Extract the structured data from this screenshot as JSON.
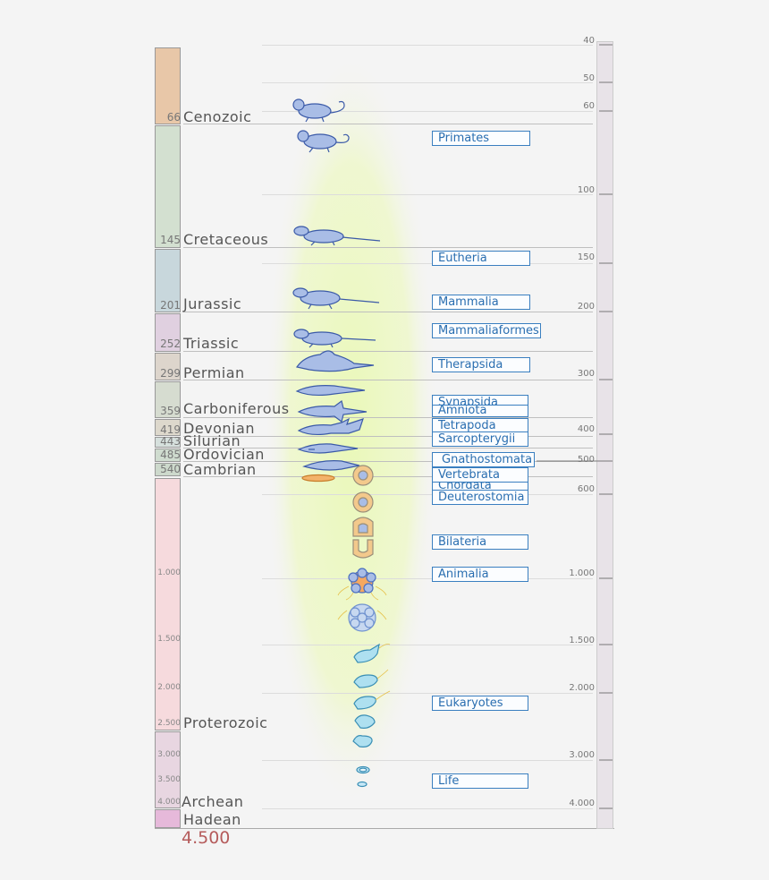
{
  "eras": [
    {
      "name": "Cenozoic",
      "age": "66",
      "color": "#e8c7a8"
    },
    {
      "name": "Cretaceous",
      "age": "145",
      "color": "#d3e0d0"
    },
    {
      "name": "Jurassic",
      "age": "201",
      "color": "#c8d7dc"
    },
    {
      "name": "Triassic",
      "age": "252",
      "color": "#e0d0e0"
    },
    {
      "name": "Permian",
      "age": "299",
      "color": "#ddd5cc"
    },
    {
      "name": "Carboniferous",
      "age": "359",
      "color": "#d6dcd0"
    },
    {
      "name": "Devonian",
      "age": "419",
      "color": "#ddd8cc"
    },
    {
      "name": "Silurian",
      "age": "443",
      "color": "#d6e0dd"
    },
    {
      "name": "Ordovician",
      "age": "485",
      "color": "#cfdccf"
    },
    {
      "name": "Cambrian",
      "age": "540",
      "color": "#cdd9cc"
    },
    {
      "name": "Proterozoic",
      "age": "",
      "color": "#f6dadd"
    },
    {
      "name": "Archean",
      "age": "",
      "color": "#e8d6e1"
    },
    {
      "name": "Hadean",
      "age": "",
      "color": "#e6b9da"
    }
  ],
  "proterozoic_ages": [
    "1.000",
    "1.500",
    "2.000",
    "2.500"
  ],
  "archean_ages": [
    "3.000",
    "3.500",
    "4.000"
  ],
  "bottom_age": "4.500",
  "scale_ticks": [
    "40",
    "50",
    "60",
    "100",
    "150",
    "200",
    "300",
    "400",
    "500",
    "600",
    "1.000",
    "1.500",
    "2.000",
    "3.000",
    "4.000"
  ],
  "clades": [
    "Primates",
    "Eutheria",
    "Mammalia",
    "Mammaliaformes",
    "Therapsida",
    "Synapsida",
    "Amniota",
    "Tetrapoda",
    "Sarcopterygii",
    "Gnathostomata",
    "Vertebrata",
    "Chordata",
    "Deuterostomia",
    "Bilateria",
    "Animalia",
    "Eukaryotes",
    "Life"
  ],
  "colors": {
    "clade_border": "#3a7fc0",
    "organism_fill": "#a9bde6",
    "organism_stroke": "#3b5aa8",
    "glow": "#e6f7b0"
  }
}
